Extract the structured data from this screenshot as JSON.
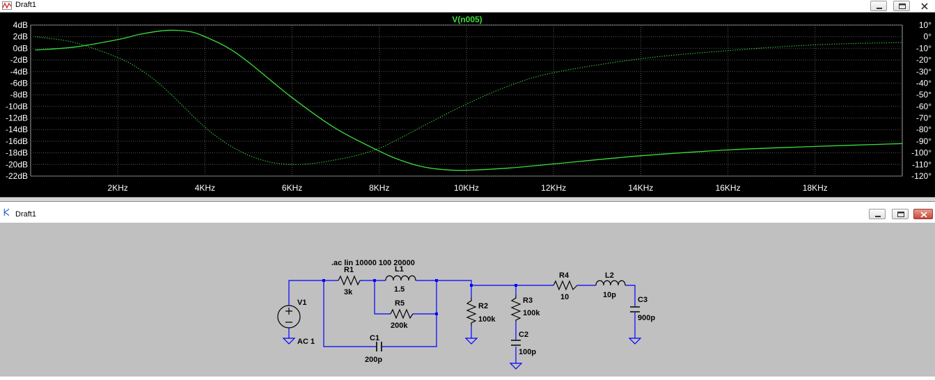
{
  "plot_window": {
    "title": "Draft1",
    "trace_label": "V(n005)",
    "trace_color": "#3cdc3c",
    "background": "#000000",
    "grid_color": "#5a5a5a"
  },
  "chart_data": {
    "type": "line",
    "title": "V(n005)",
    "x_unit": "Hz",
    "xlim": [
      0,
      20000
    ],
    "x_ticks": [
      2000,
      4000,
      6000,
      8000,
      10000,
      12000,
      14000,
      16000,
      18000
    ],
    "x_tick_labels": [
      "2KHz",
      "4KHz",
      "6KHz",
      "8KHz",
      "10KHz",
      "12KHz",
      "14KHz",
      "16KHz",
      "18KHz"
    ],
    "y_left_lim": [
      -22,
      4
    ],
    "y_left_ticks": [
      4,
      2,
      0,
      -2,
      -4,
      -6,
      -8,
      -10,
      -12,
      -14,
      -16,
      -18,
      -20,
      -22
    ],
    "y_left_tick_labels": [
      "4dB",
      "2dB",
      "0dB",
      "-2dB",
      "-4dB",
      "-6dB",
      "-8dB",
      "-10dB",
      "-12dB",
      "-14dB",
      "-16dB",
      "-18dB",
      "-20dB",
      "-22dB"
    ],
    "y_right_lim": [
      -120,
      10
    ],
    "y_right_ticks": [
      10,
      0,
      -10,
      -20,
      -30,
      -40,
      -50,
      -60,
      -70,
      -80,
      -90,
      -100,
      -110,
      -120
    ],
    "y_right_tick_labels": [
      "10°",
      "0°",
      "-10°",
      "-20°",
      "-30°",
      "-40°",
      "-50°",
      "-60°",
      "-70°",
      "-80°",
      "-90°",
      "-100°",
      "-110°",
      "-120°"
    ],
    "grid": true,
    "series": [
      {
        "name": "V(n005)",
        "kind": "magnitude",
        "axis": "left",
        "style": "solid",
        "x": [
          100,
          1000,
          2000,
          2500,
          3000,
          3300,
          3700,
          4000,
          4500,
          5000,
          6000,
          7000,
          8000,
          8500,
          9000,
          9500,
          10000,
          11000,
          12000,
          14000,
          16000,
          18000,
          20000
        ],
        "y": [
          -0.3,
          0.2,
          1.5,
          2.4,
          3.0,
          3.1,
          2.8,
          2.0,
          0.2,
          -2.4,
          -8.5,
          -13.8,
          -17.7,
          -19.3,
          -20.4,
          -20.9,
          -21.0,
          -20.6,
          -19.9,
          -18.5,
          -17.5,
          -16.9,
          -16.4
        ]
      },
      {
        "name": "V(n005) phase",
        "kind": "phase",
        "axis": "right",
        "style": "dotted",
        "x": [
          100,
          1000,
          2000,
          2500,
          3000,
          3500,
          4000,
          4500,
          5000,
          5500,
          6000,
          6500,
          7000,
          7500,
          8000,
          8500,
          9000,
          10000,
          11000,
          12000,
          14000,
          16000,
          18000,
          20000
        ],
        "y": [
          0,
          -5,
          -18,
          -28,
          -42,
          -60,
          -78,
          -92,
          -102,
          -108,
          -110,
          -109,
          -106,
          -102,
          -96,
          -87,
          -77,
          -58,
          -42,
          -31,
          -19,
          -12,
          -7,
          -5
        ]
      }
    ]
  },
  "schematic_window": {
    "title": "Draft1",
    "background": "#c0c0c0",
    "wire_color": "#0000ff",
    "directive": ".ac lin 10000 100 20000",
    "source": {
      "name": "V1",
      "value": "AC 1"
    },
    "components": [
      {
        "ref": "R1",
        "value": "3k"
      },
      {
        "ref": "L1",
        "value": "1.5"
      },
      {
        "ref": "R5",
        "value": "200k"
      },
      {
        "ref": "C1",
        "value": "200p"
      },
      {
        "ref": "R2",
        "value": "100k"
      },
      {
        "ref": "R3",
        "value": "100k"
      },
      {
        "ref": "C2",
        "value": "100p"
      },
      {
        "ref": "R4",
        "value": "10"
      },
      {
        "ref": "L2",
        "value": "10p"
      },
      {
        "ref": "C3",
        "value": "900p"
      }
    ]
  }
}
